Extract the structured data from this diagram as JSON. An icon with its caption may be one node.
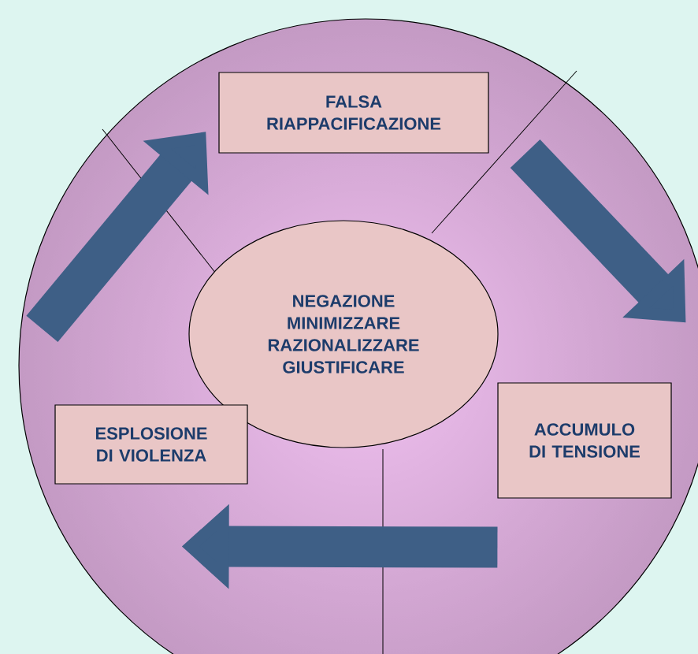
{
  "diagram": {
    "nodes": [
      {
        "text": [],
        "shape": "circle"
      },
      {
        "text": [
          "FALSA RIAPPACIFICAZIONE"
        ],
        "in": 0
      },
      {
        "text": [
          "NEGAZIONE MINIMIZZARE RAZIONALIZZARE GIUSTIFICARE"
        ],
        "in": 0
      },
      {
        "text": [
          "ACCUMULO DI TENSIONE"
        ],
        "in": 0
      },
      {
        "text": [
          "ESPLOSIONE DI VIOLENZA"
        ],
        "in": 0
      }
    ],
    "edges": [
      {
        "from": 4,
        "to": 1,
        "arrow": "to"
      },
      {
        "from": 1,
        "to": 3,
        "arrow": "to"
      },
      {
        "from": 3,
        "to": 4,
        "arrow": "to"
      }
    ]
  }
}
